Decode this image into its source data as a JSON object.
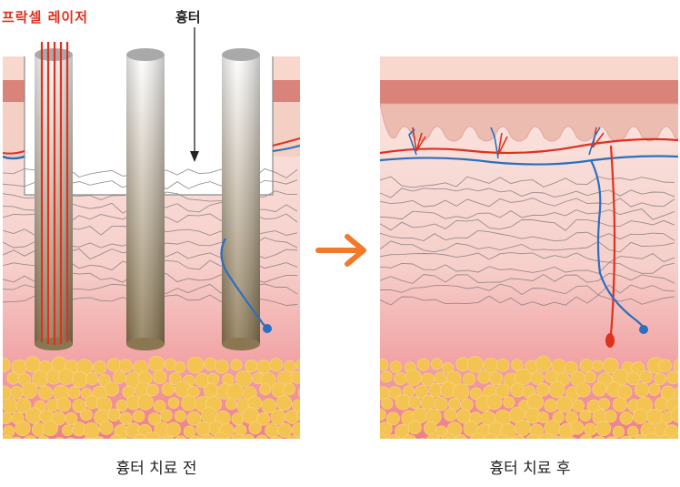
{
  "labels": {
    "fractional_laser": "프락셀 레이저",
    "scar": "흉터"
  },
  "captions": {
    "before": "흉터 치료 전",
    "after": "흉터 치료 후"
  },
  "colors": {
    "laser_red": "#e0301e",
    "arrow_orange": "#f07a2a",
    "fat_yellow": "#f3c451",
    "vessel_red": "#e0301e",
    "vessel_blue": "#2a6fc0",
    "epidermis": "#d9837a",
    "skin_top": "#f6dcd2"
  }
}
